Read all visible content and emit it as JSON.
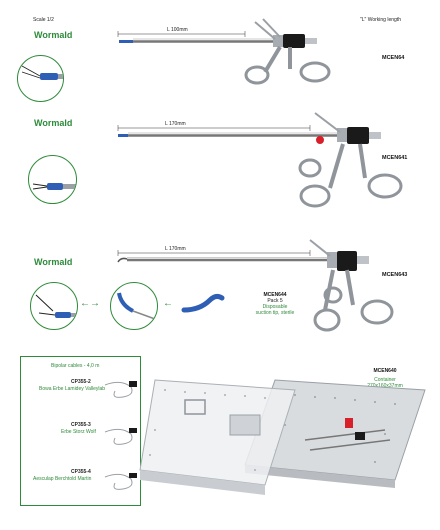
{
  "header": {
    "scale_label": "Scale 1/2",
    "working_length_note": "\"L\" Working length"
  },
  "products": [
    {
      "brand": "Wormald",
      "length_label": "L 100mm",
      "code": "MCEN64"
    },
    {
      "brand": "Wormald",
      "length_label": "L 170mm",
      "code": "MCEN641"
    },
    {
      "brand": "Wormald",
      "length_label": "L 170mm",
      "code": "MCEN643"
    }
  ],
  "suction_tip": {
    "code": "MCEN644",
    "pack": "Pack 5",
    "desc_line1": "Disposable",
    "desc_line2": "suction tip, sterile"
  },
  "cables": {
    "title": "Bipolar cables - 4,0 m",
    "items": [
      {
        "code": "CP355-2",
        "desc": "Bowa Erbe Lamidey Valleylab"
      },
      {
        "code": "CP355-3",
        "desc": "Erbe Storz Wolf"
      },
      {
        "code": "CP355-4",
        "desc": "Aesculap Berchtold Martin"
      }
    ]
  },
  "container": {
    "code": "MCEN640",
    "label": "Container",
    "dims": "270x160x37mm"
  },
  "colors": {
    "brand_green": "#2e8b3a",
    "tip_blue": "#2f5fb5",
    "red_accent": "#d8202a",
    "steel": "#9aa0a6"
  }
}
